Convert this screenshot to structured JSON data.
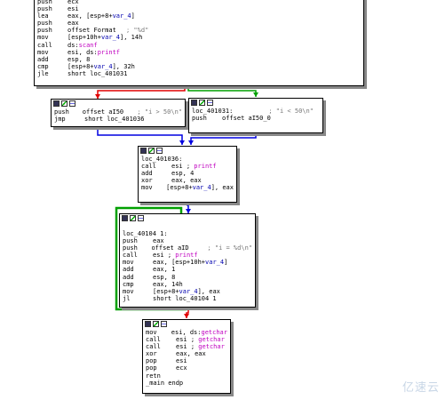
{
  "block_top": {
    "lines": [
      {
        "mn": "push",
        "op": "ecx"
      },
      {
        "mn": "push",
        "op": "esi"
      },
      {
        "mn": "lea",
        "op": "eax, [esp+8+var_4]"
      },
      {
        "mn": "push",
        "op": "eax"
      },
      {
        "mn": "push",
        "op": "offset Format",
        "cm": "; \"%d\""
      },
      {
        "mn": "mov",
        "op": "[esp+10h+var_4], 14h"
      },
      {
        "mn": "call",
        "op": "ds:scanf"
      },
      {
        "mn": "mov",
        "op": "esi, ds:printf"
      },
      {
        "mn": "add",
        "op": "esp, 8"
      },
      {
        "mn": "cmp",
        "op": "[esp+8+var_4], 32h"
      },
      {
        "mn": "jle",
        "op": "short loc_401031"
      }
    ]
  },
  "block_left": {
    "lines": [
      {
        "mn": "push",
        "op": "offset aI50",
        "cm": "; \"i > 50\\n\""
      },
      {
        "mn": "jmp",
        "op": "short loc_401036"
      }
    ]
  },
  "block_right": {
    "label": "loc_401031:",
    "label_cm": "; \"i < 50\\n\"",
    "lines": [
      {
        "mn": "push",
        "op": "offset aI50_0"
      }
    ]
  },
  "block_mid": {
    "label": "loc_401036:",
    "lines": [
      {
        "mn": "call",
        "op": "esi ; printf"
      },
      {
        "mn": "add",
        "op": "esp, 4"
      },
      {
        "mn": "xor",
        "op": "eax, eax"
      },
      {
        "mn": "mov",
        "op": "[esp+8+var_4], eax"
      }
    ]
  },
  "block_loop": {
    "label": "loc_40104 1:",
    "lines": [
      {
        "mn": "push",
        "op": "eax"
      },
      {
        "mn": "push",
        "op": "offset aID",
        "cm": "; \"i = %d\\n\""
      },
      {
        "mn": "call",
        "op": "esi ; printf"
      },
      {
        "mn": "mov",
        "op": "eax, [esp+10h+var_4]"
      },
      {
        "mn": "add",
        "op": "eax, 1"
      },
      {
        "mn": "add",
        "op": "esp, 8"
      },
      {
        "mn": "cmp",
        "op": "eax, 14h"
      },
      {
        "mn": "mov",
        "op": "[esp+8+var_4], eax"
      },
      {
        "mn": "jl",
        "op": "short loc_40104 1"
      }
    ]
  },
  "block_end": {
    "lines": [
      {
        "mn": "mov",
        "op": "esi, ds:getchar"
      },
      {
        "mn": "call",
        "op": "esi ; getchar"
      },
      {
        "mn": "call",
        "op": "esi ; getchar"
      },
      {
        "mn": "xor",
        "op": "eax, eax"
      },
      {
        "mn": "pop",
        "op": "esi"
      },
      {
        "mn": "pop",
        "op": "ecx"
      },
      {
        "mn": "retn",
        "op": ""
      },
      {
        "mn": "_main endp",
        "op": ""
      }
    ]
  },
  "watermark": "亿速云",
  "colors": {
    "true_edge": "#00a000",
    "false_edge": "#e00000",
    "uncond_edge": "#0000e0",
    "loop_edge": "#007000"
  }
}
